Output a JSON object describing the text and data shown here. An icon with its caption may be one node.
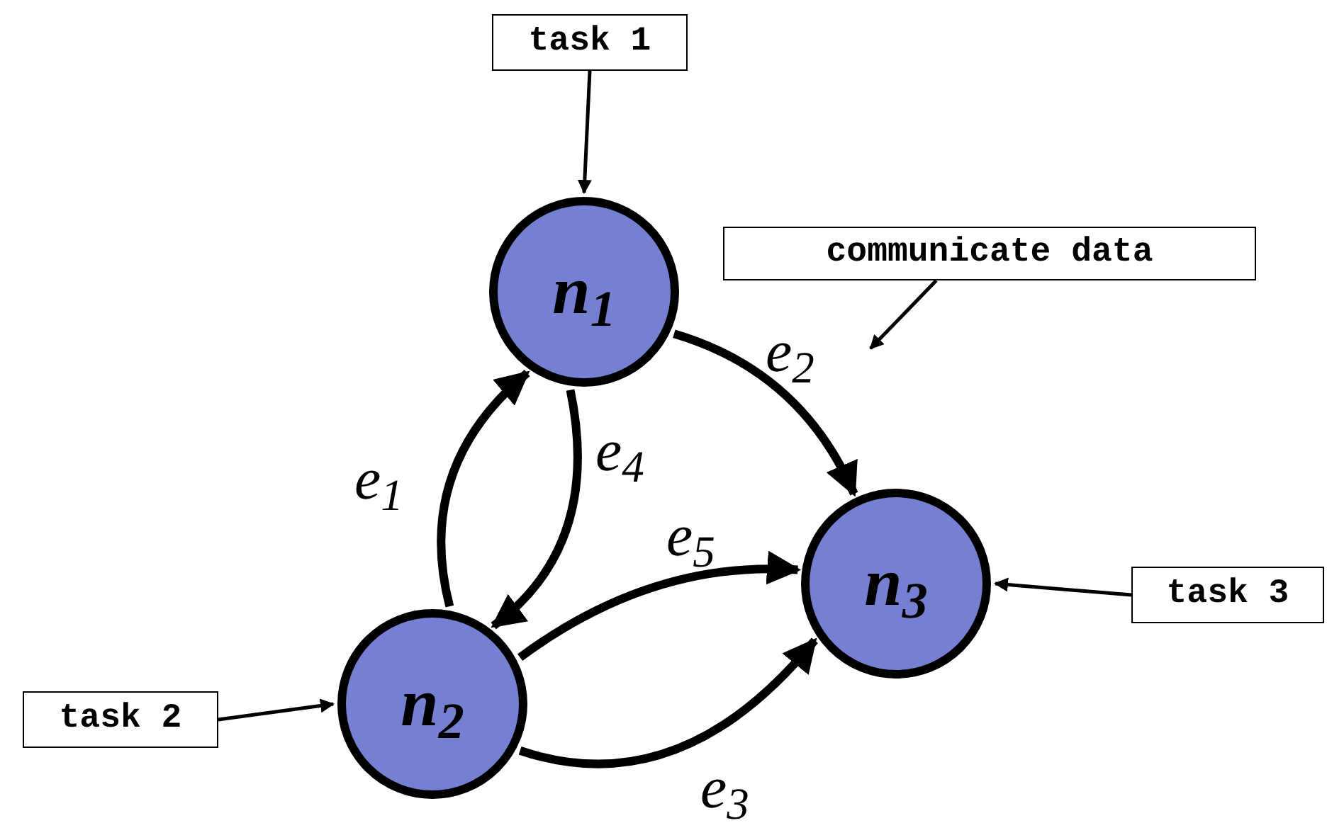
{
  "diagram": {
    "nodes": [
      {
        "text": [
          "task 1"
        ]
      },
      {
        "text": [
          "n$_{1}$"
        ]
      },
      {
        "text": [
          "communicate data"
        ]
      },
      {
        "text": [
          "task 2"
        ]
      },
      {
        "text": [
          "n$_{2}$"
        ]
      },
      {
        "text": [
          "n$_{3}$"
        ]
      },
      {
        "text": [
          "task 3"
        ]
      }
    ],
    "edges": [
      {
        "from": 0,
        "to": 1,
        "arrow": "to"
      },
      {
        "from": 1,
        "to": 5,
        "arrow": "to",
        "label": "e$_{2}$"
      },
      {
        "from": 4,
        "to": 1,
        "arrow": "to",
        "label": "e$_{1}$"
      },
      {
        "from": 1,
        "to": 4,
        "arrow": "to",
        "label": "e$_{4}$"
      },
      {
        "from": 4,
        "to": 5,
        "arrow": "to",
        "label": "e$_{5}$"
      },
      {
        "from": 4,
        "to": 5,
        "arrow": "to",
        "label": "e$_{3}$"
      },
      {
        "from": 3,
        "to": 4,
        "arrow": "to"
      },
      {
        "from": 6,
        "to": 5,
        "arrow": "to"
      },
      {
        "from": 2,
        "to": null,
        "arrow": "to"
      }
    ]
  }
}
